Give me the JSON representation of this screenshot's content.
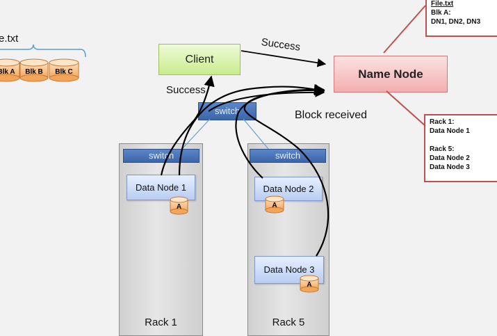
{
  "file": {
    "name_fragment": "e.txt",
    "blocks": [
      "Blk A",
      "Blk B",
      "Blk C"
    ]
  },
  "client": {
    "label": "Client"
  },
  "name_node": {
    "label": "Name Node"
  },
  "edges": {
    "success_top": "Success",
    "success_left": "Success",
    "block_received": "Block received"
  },
  "callout_top": {
    "title": "File.txt",
    "line1": "Blk A:",
    "line2": "DN1, DN2, DN3"
  },
  "callout_bottom": {
    "rack1": "Rack 1:",
    "rack1_nodes": "Data Node 1",
    "rack5": "Rack 5:",
    "rack5_node_a": "Data Node 2",
    "rack5_node_b": "Data Node 3"
  },
  "switches": {
    "core": "switch",
    "rack1": "switch",
    "rack5": "switch"
  },
  "racks": {
    "rack1": {
      "label": "Rack 1",
      "nodes": [
        {
          "name": "Data Node 1",
          "block": "A"
        }
      ]
    },
    "rack5": {
      "label": "Rack 5",
      "nodes": [
        {
          "name": "Data Node 2",
          "block": "A"
        },
        {
          "name": "Data Node 3",
          "block": "A"
        }
      ]
    }
  },
  "colors": {
    "callout_border": "#c0504d",
    "switch": "#4472c4",
    "client": "#c9ec8d",
    "name_node": "#f2aeae",
    "data_node": "#b9cdf1",
    "block": "#f6b26b"
  }
}
